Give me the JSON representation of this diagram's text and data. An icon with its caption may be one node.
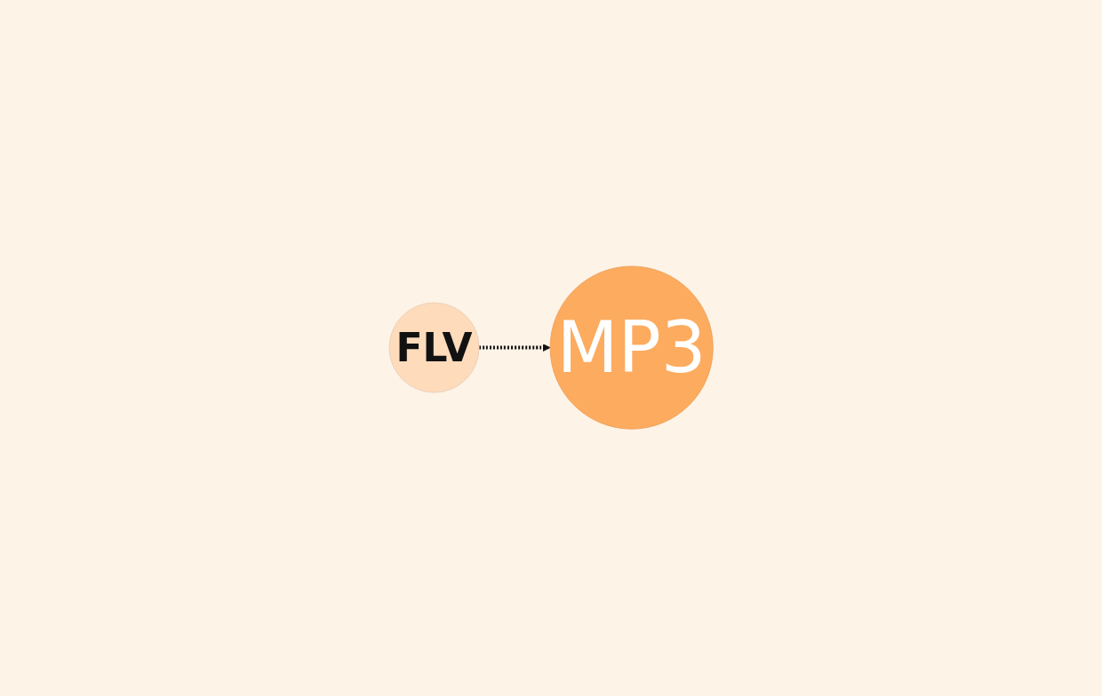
{
  "diagram": {
    "nodes": [
      {
        "text": [
          "FLV"
        ]
      },
      {
        "text": [
          "MP3"
        ]
      }
    ],
    "edges": [
      {
        "from": 0,
        "to": 1,
        "arrow": "to",
        "style": "dashed"
      }
    ]
  }
}
